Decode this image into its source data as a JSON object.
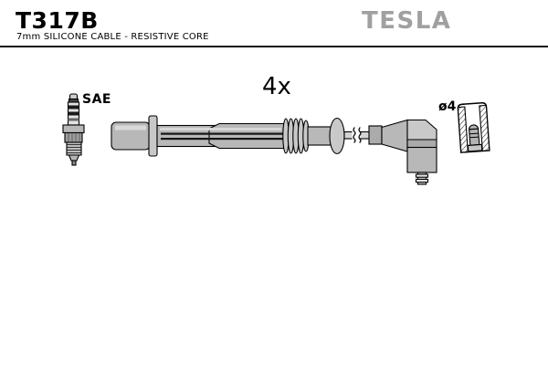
{
  "header": {
    "part_number": "T317B",
    "subtitle": "7mm SILICONE CABLE - RESISTIVE CORE",
    "brand": "TESLA"
  },
  "diagram": {
    "quantity_label": "4x",
    "terminal_standard_label": "SAE",
    "diameter_label": "ø4",
    "icons": [
      "spark-plug-icon",
      "ignition-cable-icon",
      "boot-cross-section-icon"
    ]
  },
  "colors": {
    "background": "#ffffff",
    "text": "#000000",
    "brand_gray": "#a0a0a0",
    "part_fill": "#b8b8b8",
    "part_fill_light": "#c9c9c9",
    "part_fill_dark": "#9d9d9d",
    "stripe_dark": "#151515",
    "outline": "#000000",
    "divider": "#141414"
  }
}
